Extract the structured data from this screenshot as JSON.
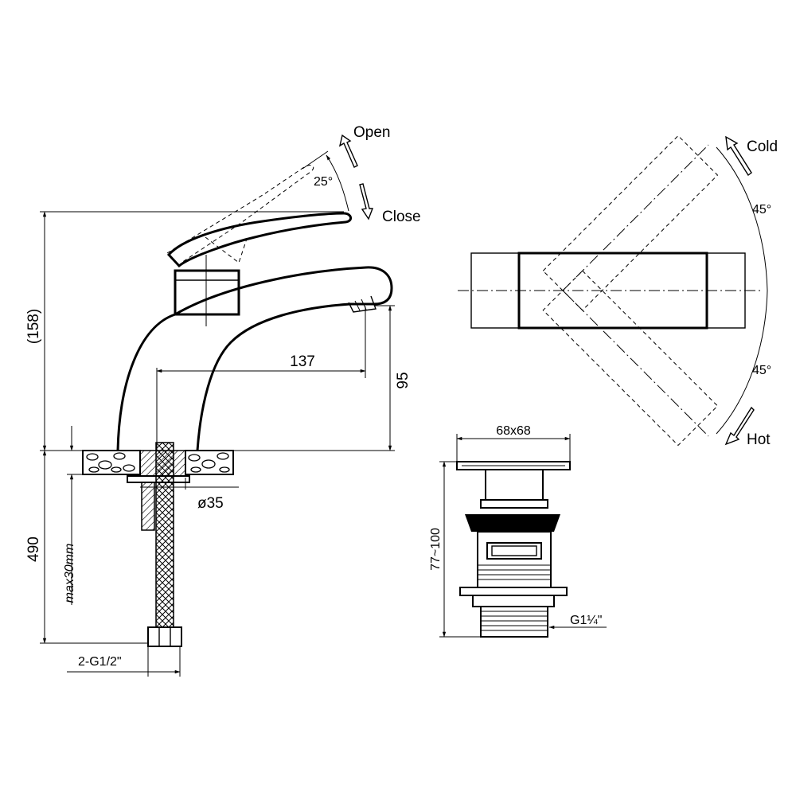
{
  "labels": {
    "open": "Open",
    "close": "Close",
    "angle_25": "25°",
    "height_158": "(158)",
    "reach_137": "137",
    "spout_95": "95",
    "diameter_35": "ø35",
    "hose_490": "490",
    "max_30mm": "max30mm",
    "thread_g12": "2-G1/2\"",
    "cold": "Cold",
    "hot": "Hot",
    "angle_45_top": "45°",
    "angle_45_bottom": "45°",
    "drain_size": "68x68",
    "drain_height": "77~100",
    "drain_thread": "G1¼\""
  }
}
